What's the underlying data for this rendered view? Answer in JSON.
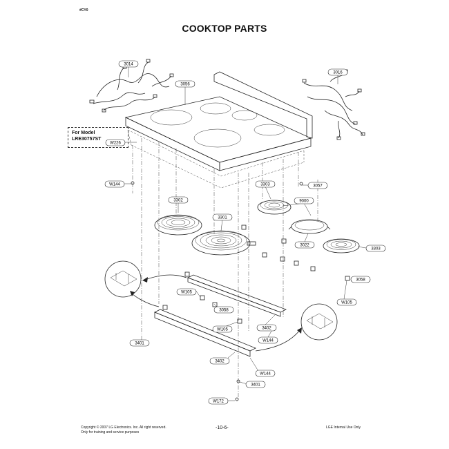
{
  "header": {
    "corner_tag": "#CY0",
    "title": "COOKTOP PARTS"
  },
  "model_note": {
    "line1": "For Model",
    "line2": "LRE30757ST"
  },
  "callouts": {
    "c3014": "3014",
    "c3016": "3016",
    "c3056": "3056",
    "w226": "W226",
    "w144_a": "W144",
    "c3303_top": "3303",
    "c3057": "3057",
    "c9000": "9000",
    "c3302": "3302",
    "c3301": "3301",
    "c3022": "3022",
    "c3303_right": "3303",
    "c3058_right": "3058",
    "w105_left": "W105",
    "c3058_mid": "3058",
    "w105_right": "W105",
    "w105_mid": "W105",
    "c3402_right": "3402",
    "w144_b": "W144",
    "c3401_left": "3401",
    "c3402_bottom": "3402",
    "w144_c": "W144",
    "c3401_bottom": "3401",
    "w172": "W172"
  },
  "footer": {
    "copyright": "Copyright © 2007 LG Electronics. Inc. All right reserved.",
    "training": "Only for training and service purposes",
    "page": "-10-6-",
    "internal": "LGE Internal Use Only"
  }
}
